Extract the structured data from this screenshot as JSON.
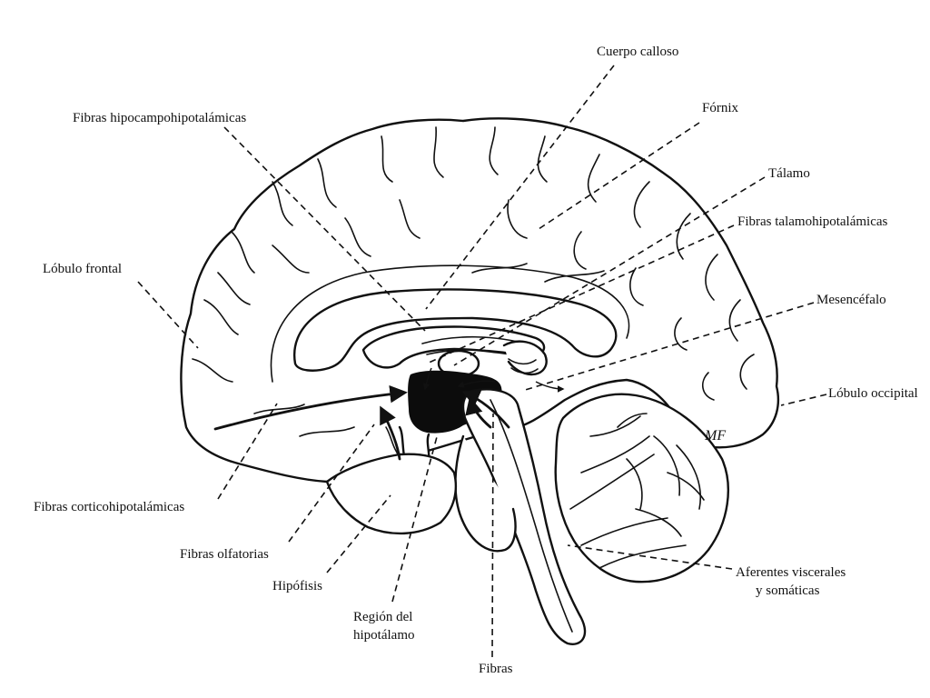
{
  "labels": {
    "cuerpo_calloso": "Cuerpo calloso",
    "fornix": "Fórnix",
    "fibras_hipocampo": "Fibras hipocampohipotalámicas",
    "talamo": "Tálamo",
    "fibras_talamo": "Fibras talamohipotalámicas",
    "lobulo_frontal": "Lóbulo frontal",
    "mesencefalo": "Mesencéfalo",
    "lobulo_occipital": "Lóbulo occipital",
    "fibras_cortico": "Fibras corticohipotalámicas",
    "fibras_olfatorias": "Fibras olfatorias",
    "hipofisis": "Hipófisis",
    "region_line1": "Región del",
    "region_line2": "hipotálamo",
    "fibras": "Fibras",
    "aferentes_line1": "Aferentes viscerales",
    "aferentes_line2": "y somáticas"
  },
  "signature": "MF",
  "colors": {
    "ink": "#111111",
    "background": "#ffffff",
    "hypothalamus_fill": "#0c0c0c"
  }
}
